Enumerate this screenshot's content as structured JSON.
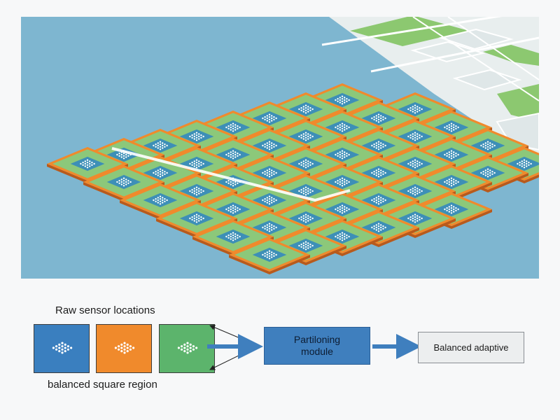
{
  "legend": {
    "raw_label": "Raw sensor locations",
    "balanced_label": "balanced square region",
    "swatches": [
      {
        "name": "blue",
        "color": "#3a7fbf"
      },
      {
        "name": "orange",
        "color": "#f08a2c"
      },
      {
        "name": "green",
        "color": "#5cb46c"
      }
    ]
  },
  "flow": {
    "module_label": "Partiloning module",
    "output_label": "Balanced adaptive"
  },
  "colors": {
    "water": "#7eb6d0",
    "tile_border": "#f08a2c",
    "tile_fill": "#8cc87a",
    "tile_center": "#3d8fb7",
    "land": "#e6eeee",
    "park": "#8cc870",
    "arrow": "#3f7fbe"
  }
}
